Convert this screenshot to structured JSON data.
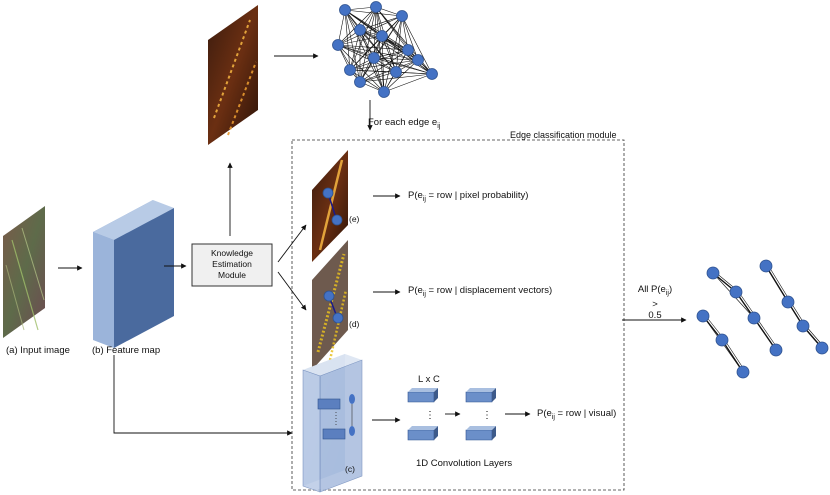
{
  "labels": {
    "input_image": "(a) Input image",
    "feature_map": "(b) Feature map",
    "kem_line1": "Knowledge",
    "kem_line2": "Estimation",
    "kem_line3": "Module",
    "for_each_edge_prefix": "For each edge e",
    "for_each_edge_sub": "ij",
    "module_title": "Edge classification module",
    "tag_e": "(e)",
    "tag_d": "(d)",
    "tag_c": "(c)",
    "prob_pixel_a": "P(e",
    "prob_pixel_sub": "ij",
    "prob_pixel_b": " = row | pixel probability)",
    "prob_disp_a": "P(e",
    "prob_disp_sub": "ij",
    "prob_disp_b": " = row | displacement vectors)",
    "prob_vis_a": "P(e",
    "prob_vis_sub": "ij",
    "prob_vis_b": " = row | visual)",
    "lxc": "L x C",
    "conv_layers": "1D Convolution Layers",
    "all_p_a": "All P(e",
    "all_p_sub": "ij",
    "all_p_b": ")",
    "gt": ">",
    "threshold": "0.5"
  },
  "colors": {
    "node": "#4472c4",
    "node_stroke": "#2f528f",
    "block_front": "#7f9cc9",
    "block_side": "#3d5a8a",
    "block_top": "#a9bfe0"
  }
}
